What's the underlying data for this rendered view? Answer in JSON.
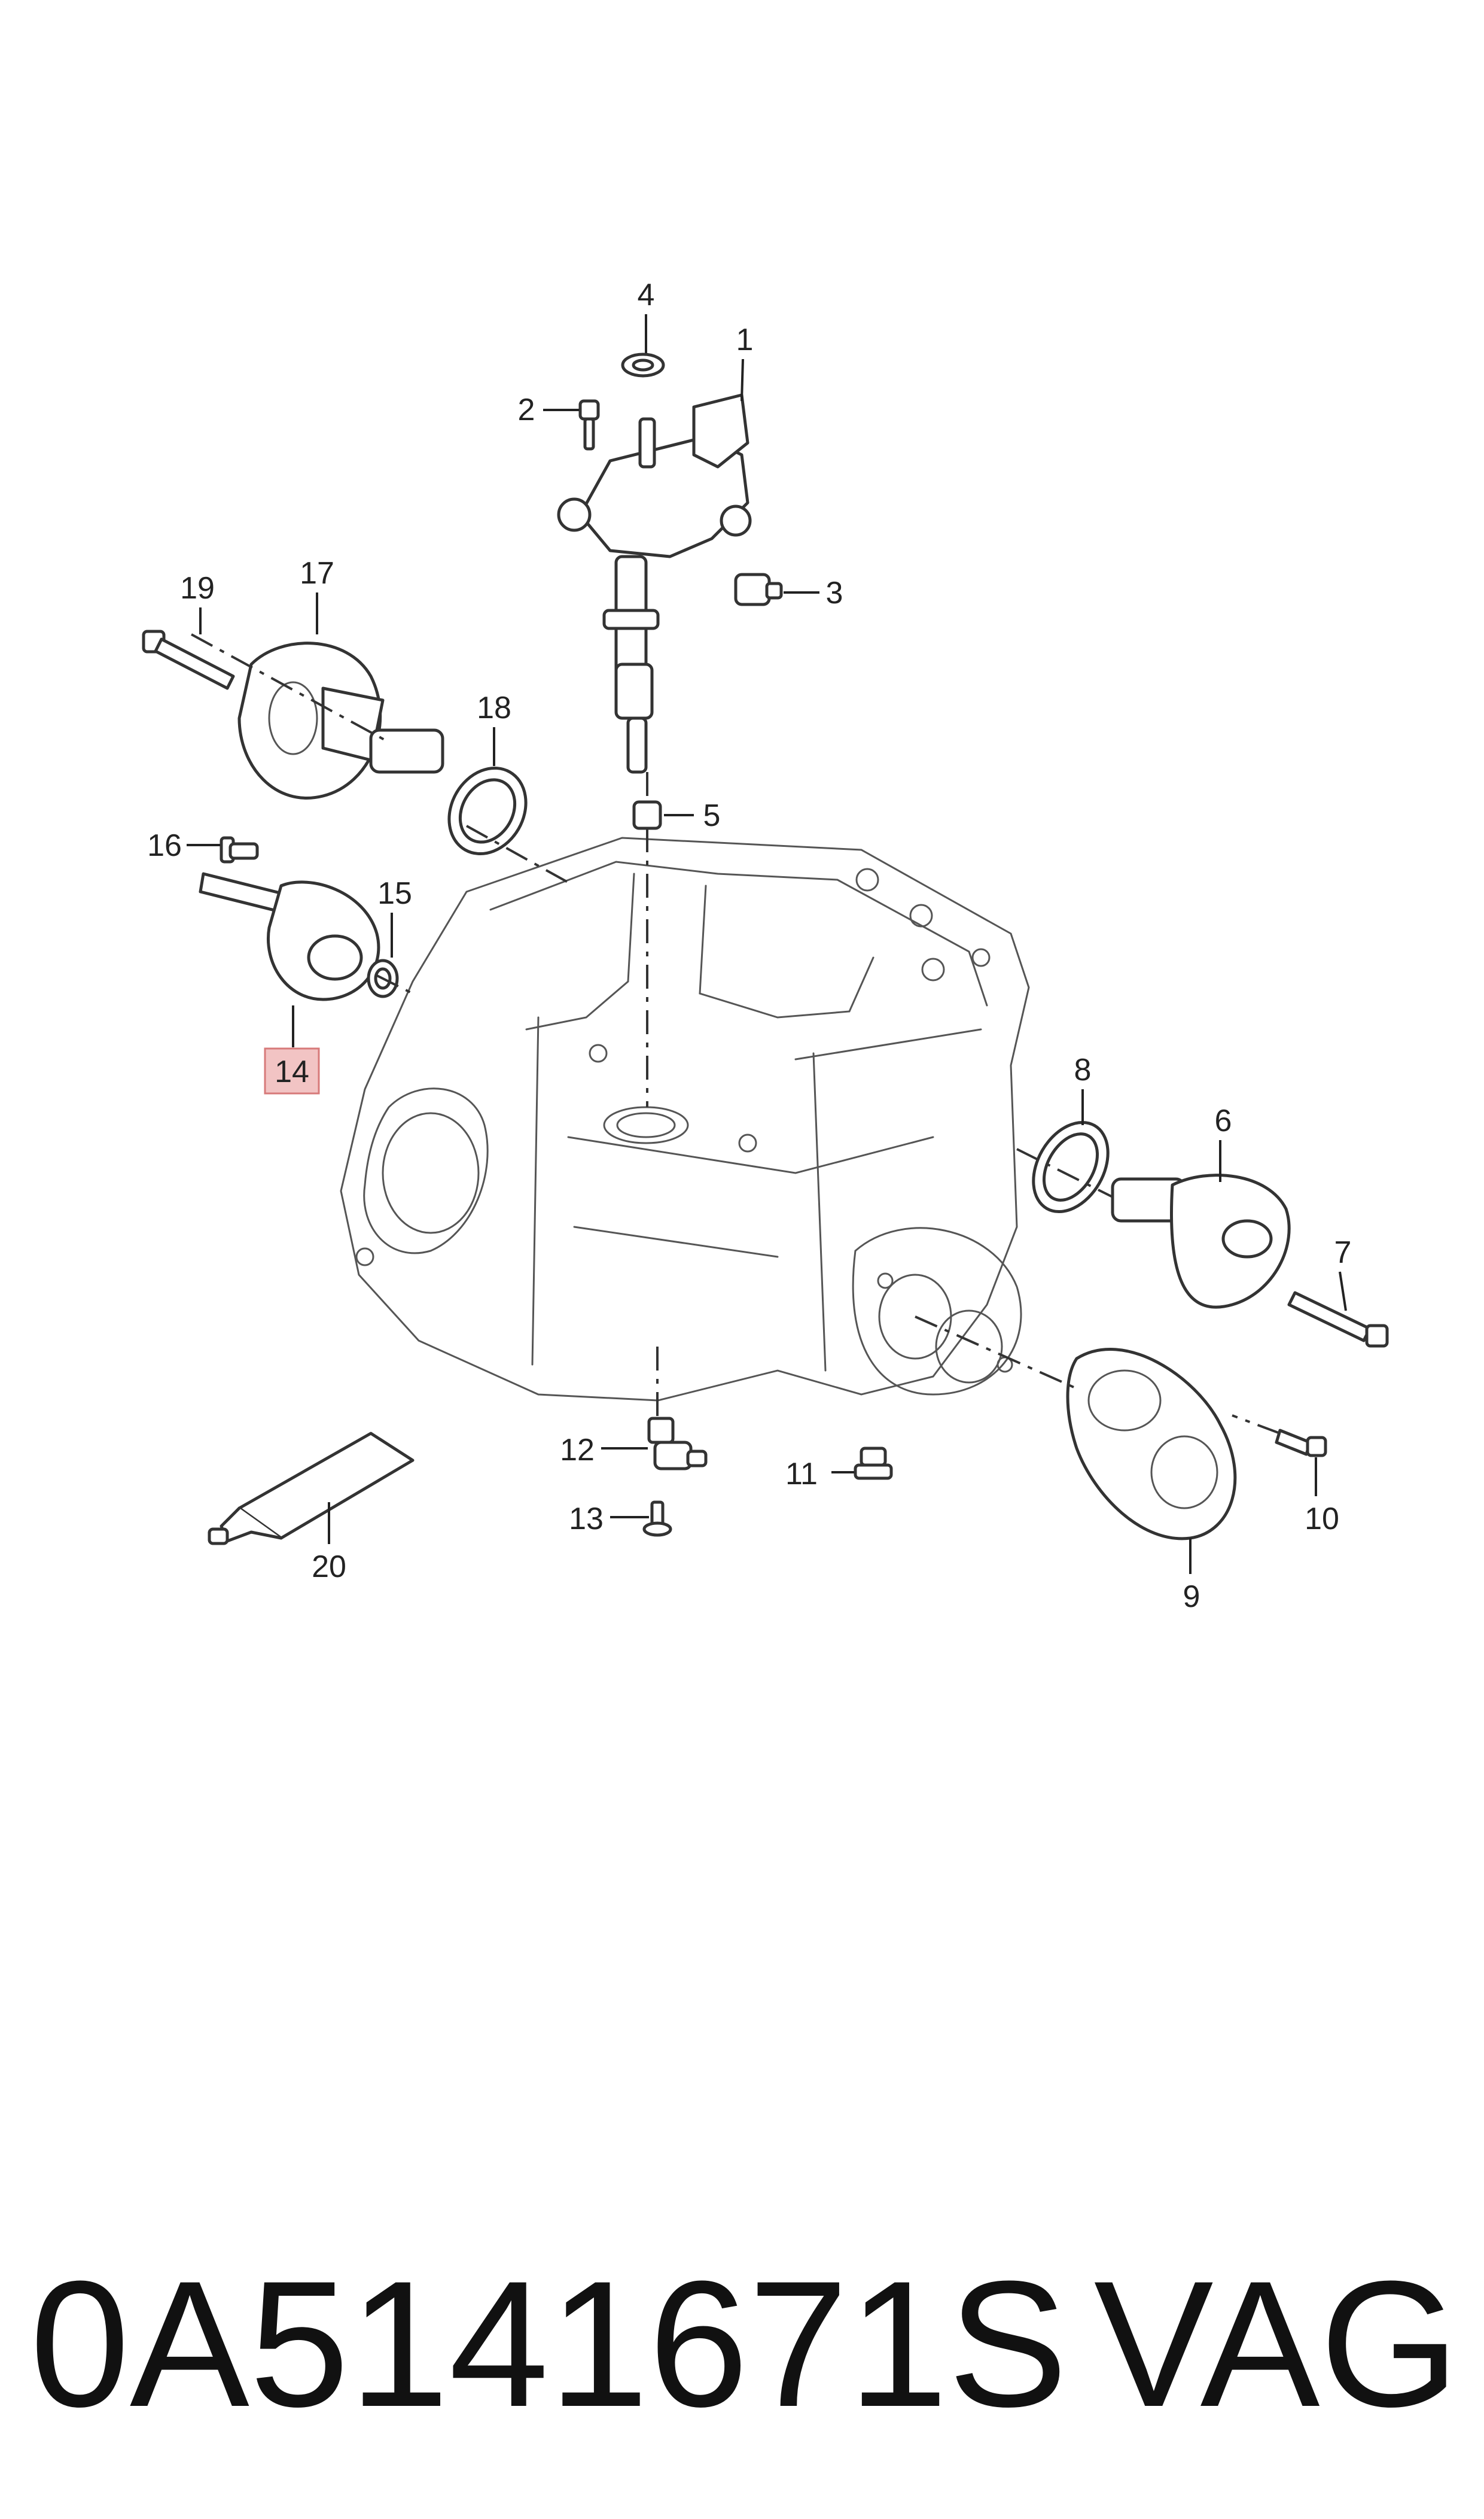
{
  "diagram": {
    "callouts": [
      {
        "id": "1",
        "text": "1"
      },
      {
        "id": "2",
        "text": "2"
      },
      {
        "id": "3",
        "text": "3"
      },
      {
        "id": "4",
        "text": "4"
      },
      {
        "id": "5",
        "text": "5"
      },
      {
        "id": "6",
        "text": "6"
      },
      {
        "id": "7",
        "text": "7"
      },
      {
        "id": "8",
        "text": "8"
      },
      {
        "id": "9",
        "text": "9"
      },
      {
        "id": "10",
        "text": "10"
      },
      {
        "id": "11",
        "text": "11"
      },
      {
        "id": "12",
        "text": "12"
      },
      {
        "id": "13",
        "text": "13"
      },
      {
        "id": "14",
        "text": "14",
        "highlighted": true
      },
      {
        "id": "15",
        "text": "15"
      },
      {
        "id": "16",
        "text": "16"
      },
      {
        "id": "17",
        "text": "17"
      },
      {
        "id": "18",
        "text": "18"
      },
      {
        "id": "19",
        "text": "19"
      },
      {
        "id": "20",
        "text": "20"
      }
    ],
    "highlight_color": "#f2c4c4",
    "highlight_border": "#d77a7a"
  },
  "footer": {
    "part_number": "0A5141671S",
    "brand": "VAG"
  }
}
